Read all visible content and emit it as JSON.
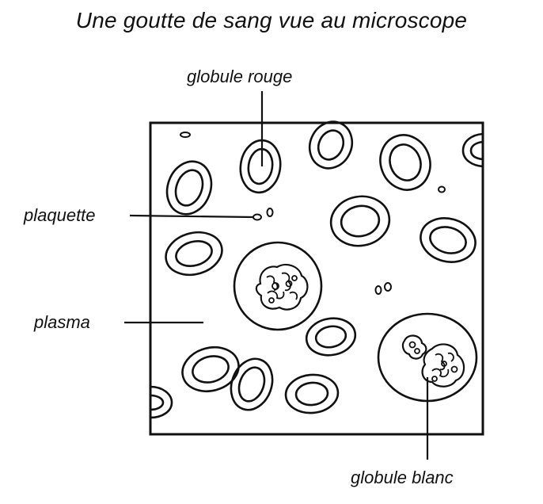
{
  "title": "Une goutte de sang vue au microscope",
  "labels": {
    "red_cell": "globule rouge",
    "platelet": "plaquette",
    "plasma": "plasma",
    "white_cell": "globule blanc"
  },
  "colors": {
    "ink": "#111111",
    "background": "#ffffff"
  }
}
